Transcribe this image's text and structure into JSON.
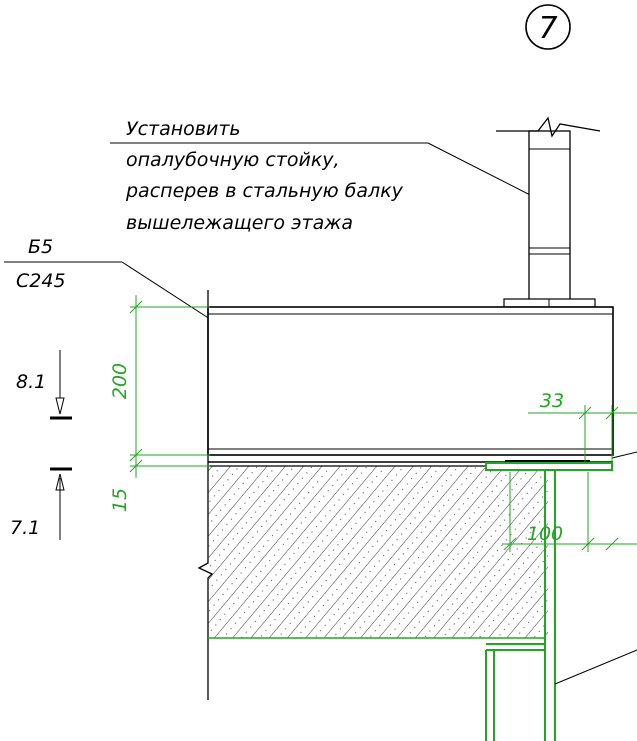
{
  "marker": "7",
  "note": {
    "lines": [
      "Установить",
      "опалубочную стойку,",
      "расперев в стальную балку",
      "вышележащего этажа"
    ]
  },
  "label": {
    "beam": "Б5",
    "grade": "С245"
  },
  "sections": {
    "upper": "8.1",
    "lower": "7.1"
  },
  "dims": {
    "height": "200",
    "gap": "15",
    "edge": "33",
    "width": "100"
  },
  "colors": {
    "ink": "#000000",
    "dim": "#22a722",
    "hatch": "#000000"
  }
}
